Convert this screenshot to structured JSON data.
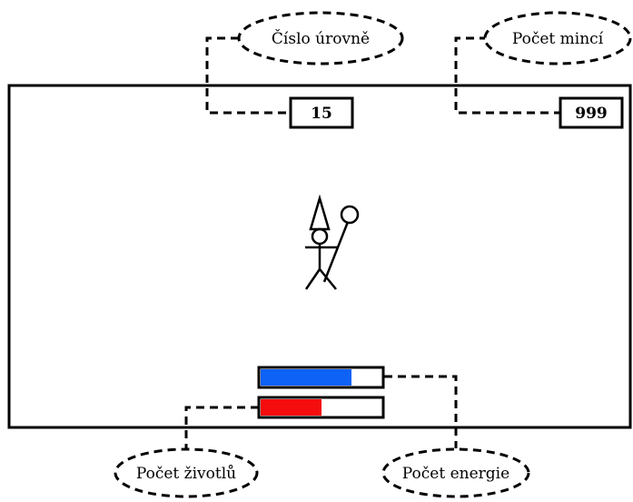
{
  "hud": {
    "level_label": "Číslo úrovně",
    "level_value": "15",
    "coins_label": "Počet mincí",
    "coins_value": "999",
    "energy_label": "Počet energie",
    "health_label": "Počet životlů",
    "energy_fill": 0.75,
    "health_fill": 0.5,
    "energy_color": "#0e62f6",
    "health_color": "#f50d0e"
  },
  "character": {
    "icon": "wizard-stick-figure-icon"
  }
}
